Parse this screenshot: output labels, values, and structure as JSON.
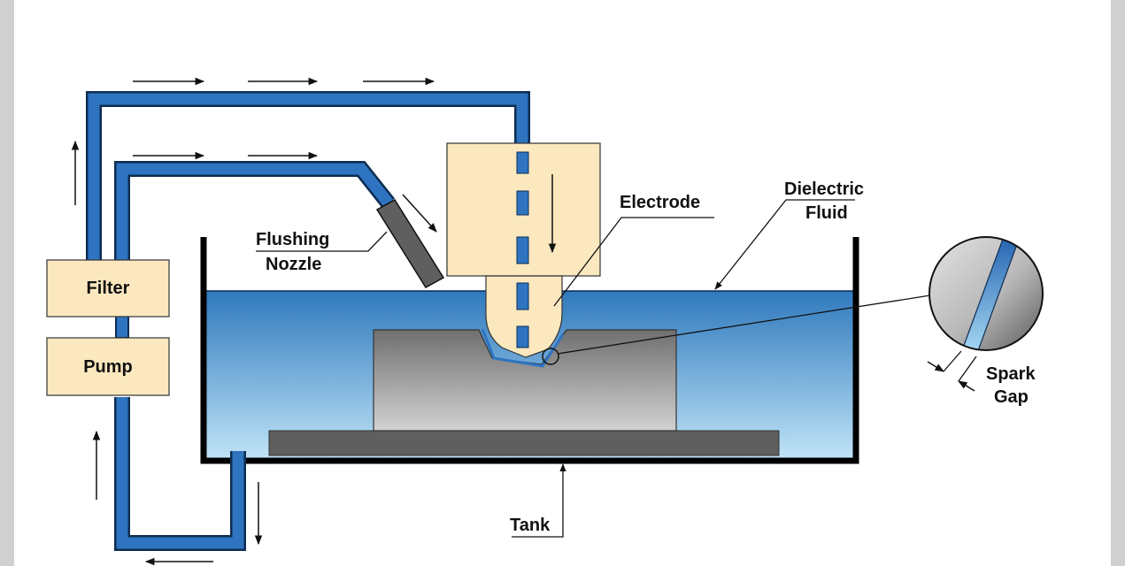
{
  "diagram": {
    "labels": {
      "filter": "Filter",
      "pump": "Pump",
      "flushing_line1": "Flushing",
      "flushing_line2": "Nozzle",
      "electrode": "Electrode",
      "dielectric_line1": "Dielectric",
      "dielectric_line2": "Fluid",
      "spark_line1": "Spark",
      "spark_line2": "Gap",
      "tank": "Tank"
    },
    "colors": {
      "pipe_fill": "#2e74c0",
      "pipe_outline": "#0d2d52",
      "box_fill": "#fbe8bf",
      "fluid_top": "#2f79bd",
      "fluid_bottom": "#bfe3f7",
      "workpiece": "#8a8a8a",
      "table": "#5f5f5f",
      "tank_wall": "#000000",
      "frame_gray": "#d0d0d0"
    }
  }
}
